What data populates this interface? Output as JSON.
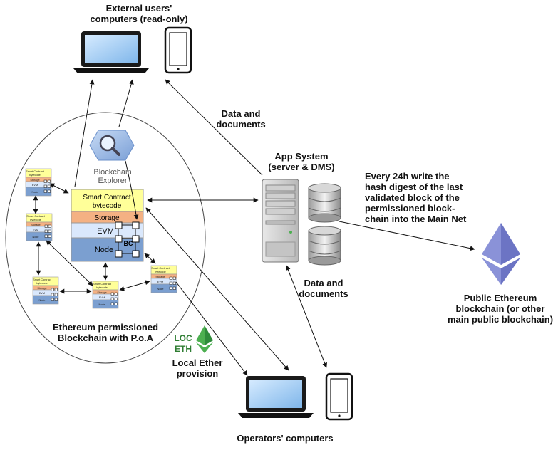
{
  "labels": {
    "external_users": "External users'\ncomputers (read-only)",
    "data_docs_top": "Data and\ndocuments",
    "app_system": "App System\n(server & DMS)",
    "every_24h": "Every 24h write the\nhash digest of the last\nvalidated block of the\npermissioned block-\nchain into the Main Net",
    "blockchain_explorer": "Blockchain\nExplorer",
    "data_docs_bottom": "Data and\ndocuments",
    "public_ethereum": "Public Ethereum\nblockchain (or other\nmain public blockchain)",
    "eth_permissioned": "Ethereum permissioned\nBlockchain with P.o.A",
    "loc_eth": "LOC\nETH",
    "local_ether": "Local Ether\nprovision",
    "operators": "Operators' computers"
  },
  "main_node": {
    "contract": "Smart Contract\nbytecode",
    "storage": "Storage",
    "evm": "EVM",
    "node": "Node",
    "bc": "BC"
  },
  "mini_node": {
    "contract": "Smart Contract\nbytecode",
    "storage": "Storage",
    "evm": "EVM",
    "node": "Node"
  },
  "colors": {
    "contract": "#ffff99",
    "storage": "#f4b183",
    "evm": "#dae8fc",
    "node": "#7b9fd0",
    "ethereum": "#8a92d8",
    "local_eth": "#3fa23f",
    "loc_text": "#2e7d32"
  }
}
